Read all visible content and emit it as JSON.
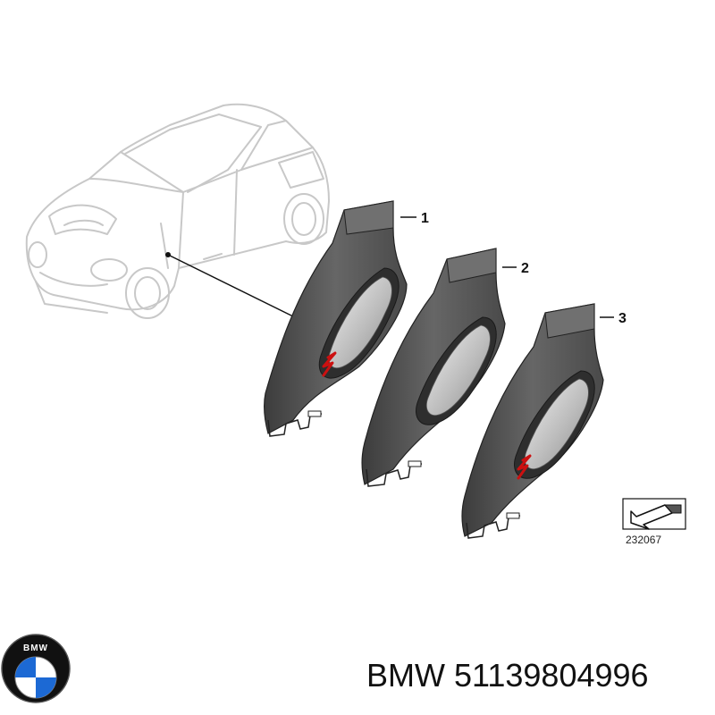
{
  "callouts": {
    "one": "1",
    "two": "2",
    "three": "3"
  },
  "reference_number": "232067",
  "logo": {
    "text": "BMW",
    "colors": {
      "blue": "#1c69d4",
      "white": "#ffffff",
      "ring": "#111111"
    }
  },
  "caption": {
    "brand": "BMW",
    "part_number": "51139804996"
  },
  "colors": {
    "part_body": "#555555",
    "part_insert": "#cfcfcf",
    "accent_red": "#cc1010",
    "car_outline": "#c8c8c8"
  }
}
